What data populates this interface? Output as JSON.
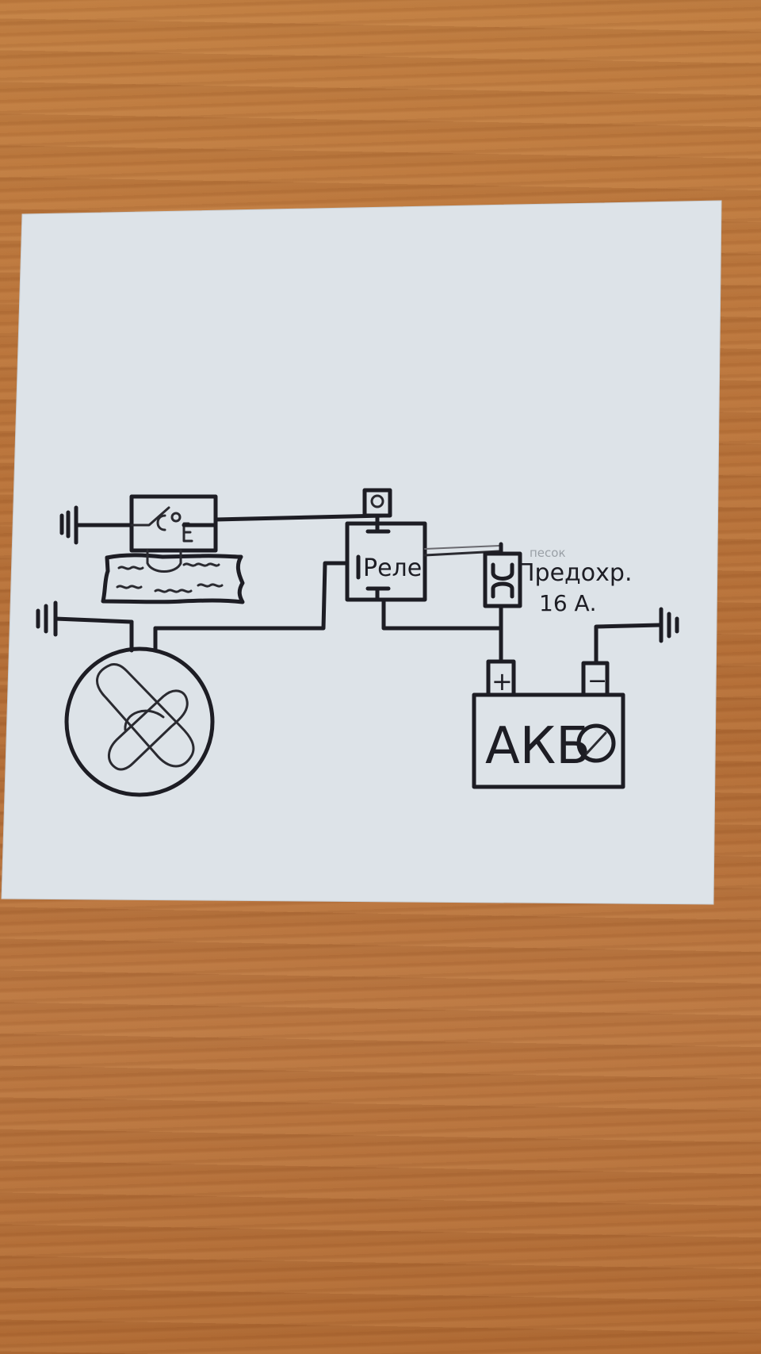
{
  "diagram": {
    "relay_label": "Реле",
    "fuse_label_line1": "Предохр.",
    "fuse_label_line2": "16 А.",
    "fuse_faint_text": "песок",
    "battery_label": "АКБ",
    "battery_plus": "+",
    "battery_minus": "−",
    "ink_color": "#1d1d24",
    "paper_color": "#dde3e8",
    "wood_color": "#b8763c"
  }
}
